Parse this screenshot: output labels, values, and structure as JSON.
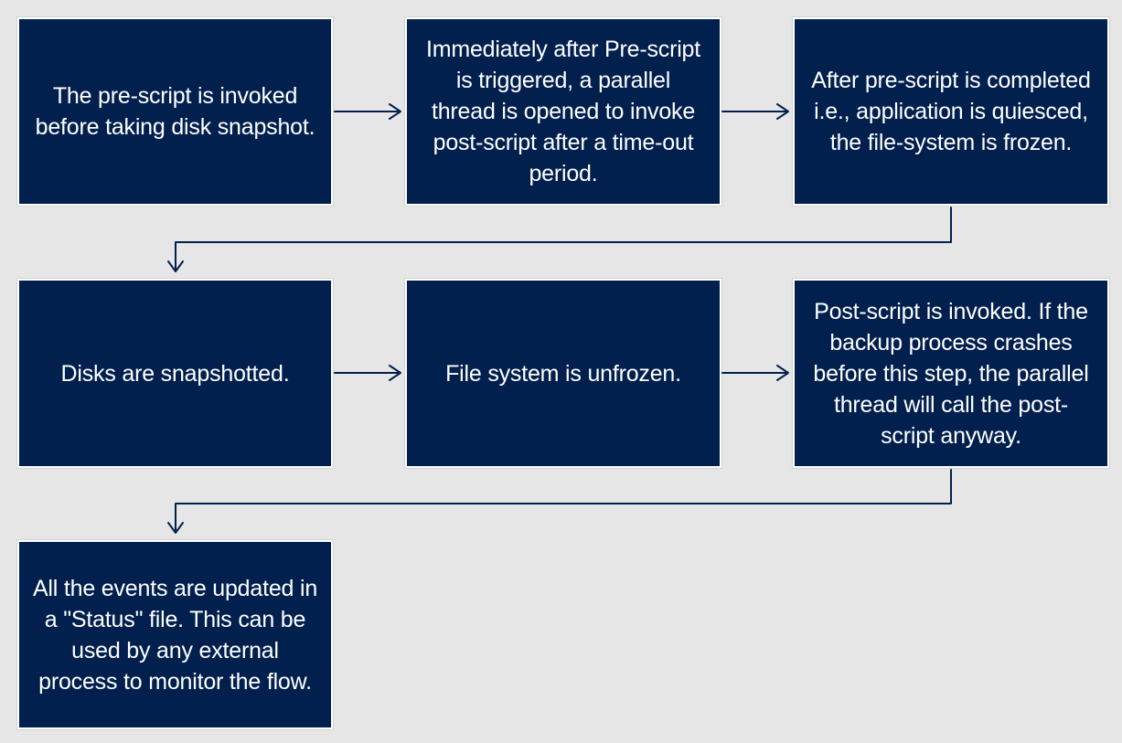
{
  "steps": [
    {
      "id": "pre-script-invoked",
      "text": "The pre-script is invoked before taking disk snapshot."
    },
    {
      "id": "parallel-thread-opened",
      "text": "Immediately after Pre-script is triggered, a parallel thread is opened to invoke post-script after a time-out period."
    },
    {
      "id": "file-system-frozen",
      "text": "After pre-script is completed i.e., application is quiesced, the file-system is frozen."
    },
    {
      "id": "disks-snapshotted",
      "text": "Disks are snapshotted."
    },
    {
      "id": "file-system-unfrozen",
      "text": "File system is unfrozen."
    },
    {
      "id": "post-script-invoked",
      "text": "Post-script is invoked. If the backup process crashes before this step, the parallel thread will call the post-script anyway."
    },
    {
      "id": "status-file-updated",
      "text": "All the events are updated in a \"Status\" file. This can be used by any external process to monitor the flow."
    }
  ],
  "colors": {
    "box_fill": "#01204e",
    "box_border": "#ffffff",
    "connector": "#01204e",
    "background": "#e6e6e6",
    "text": "#ffffff"
  }
}
